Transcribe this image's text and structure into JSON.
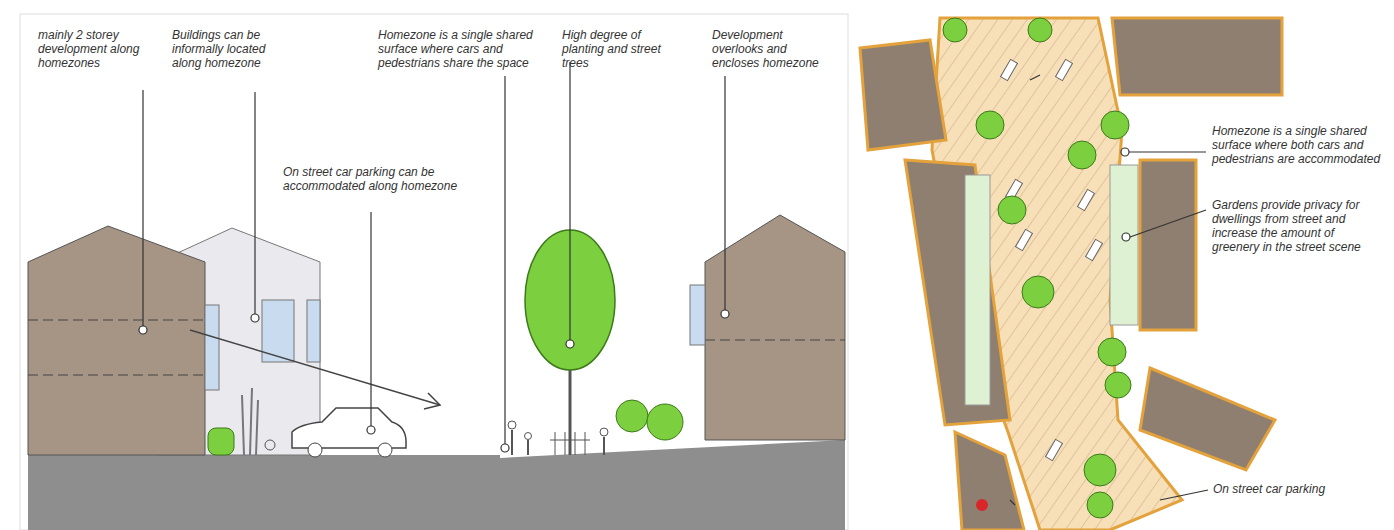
{
  "diagram": {
    "labels": [
      "mainly 2 storey development along homezones",
      "Buildings can be informally located along homezone",
      "Homezone is a single shared surface where cars and pedestrians share the space",
      "High degree of planting and street trees",
      "Development overlooks and encloses homezone",
      "On street car parking can be accommodated along homezone",
      "Homezone is a single shared surface where both cars and pedestrians are accommodated",
      "Gardens provide privacy for dwellings from street and increase the amount of greenery in the street scene",
      "On street car parking"
    ]
  }
}
